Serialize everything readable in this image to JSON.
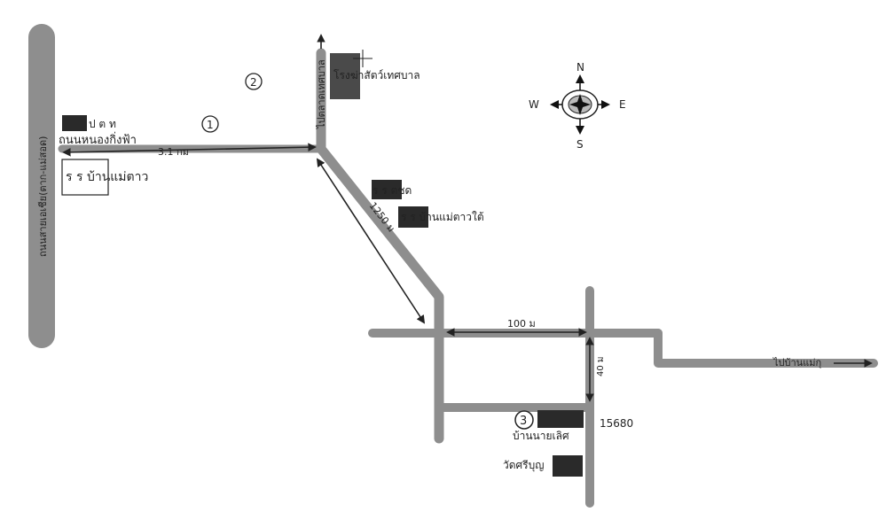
{
  "labels": {
    "main_road_vertical": "ถนนสายเอเชีย(ตาก-แม่สอด)",
    "pdot": "ป ต ท",
    "road_nong": "ถนนหนองกิ่งฟ้า",
    "dist_31": "3.1 กม",
    "school_mae_tao": "ร ร บ้านแม่ตาว",
    "to_tak_road": "ไปตลาดเทศบาล",
    "slaughter": "โรงฆ่าสัตว์เทศบาล",
    "dist_1250": "1250 ม",
    "school_tpn": "ร ร ตชด",
    "school_south": "ร ร บ้านแม่ตาวใต้",
    "dist_100": "100 ม",
    "dist_40": "40 ม",
    "to_mae": "ไปบ้านแม่กุ",
    "house_name": "บ้านนายเลิศ",
    "zip": "15680",
    "temple": "วัดศรีบุญ"
  },
  "markers": [
    "1",
    "2",
    "3"
  ],
  "compass": {
    "n": "N",
    "s": "S",
    "e": "E",
    "w": "W"
  },
  "colors": {
    "road": "#8e8e8e",
    "road_edge": "#7a7a7a",
    "block": "#2a2a2a",
    "line": "#222222"
  }
}
